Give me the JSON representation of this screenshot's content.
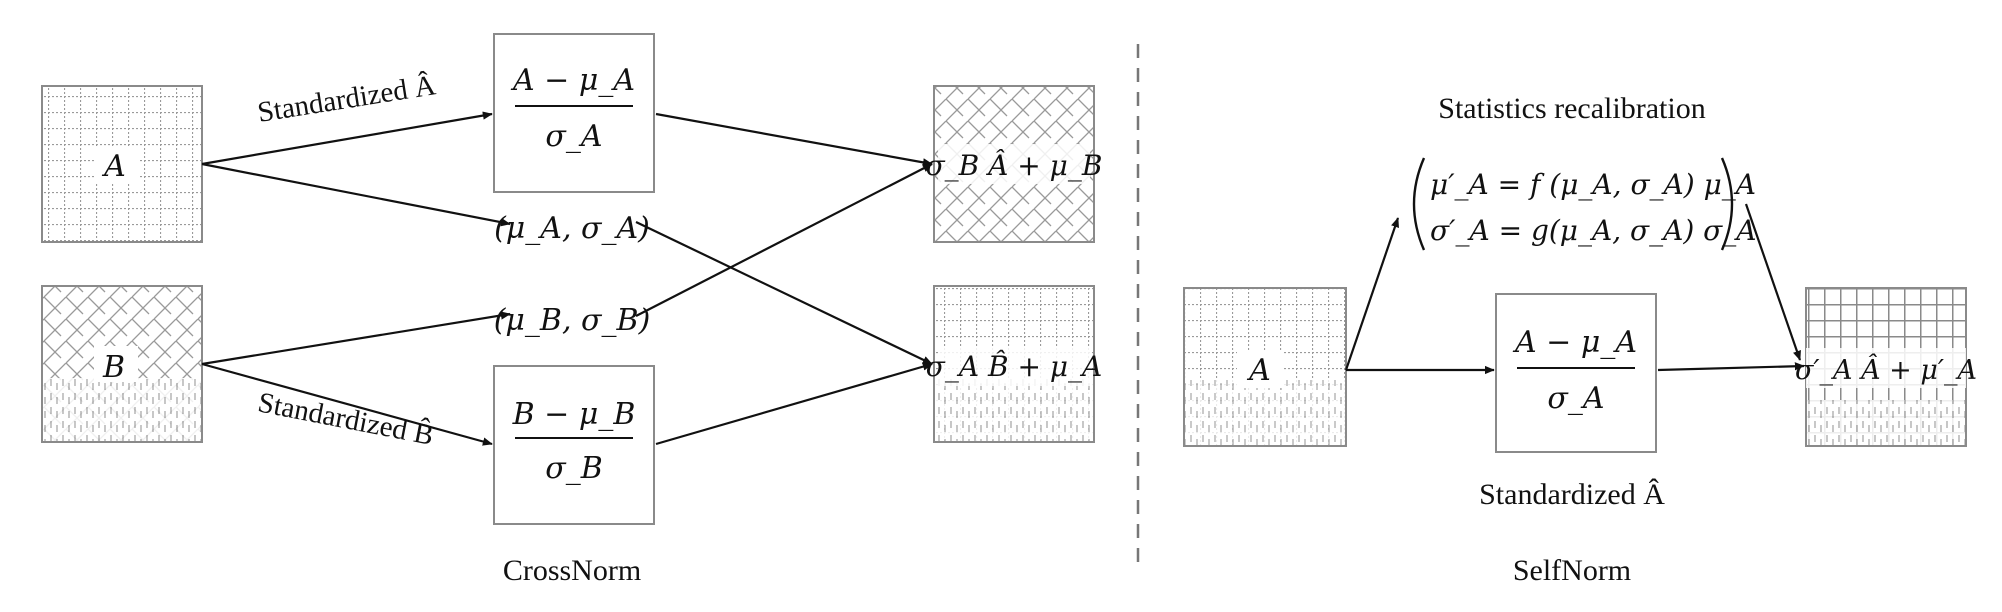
{
  "crossnorm": {
    "caption": "CrossNorm",
    "tile_a_label": "A",
    "tile_b_label": "B",
    "standardized_a_label": "Standardized Â",
    "standardized_b_label": "Standardized B̂",
    "box_a": {
      "numerator": "A − μ_A",
      "denominator": "σ_A"
    },
    "box_b": {
      "numerator": "B − μ_B",
      "denominator": "σ_B"
    },
    "stats_a": "(μ_A, σ_A)",
    "stats_b": "(μ_B, σ_B)",
    "output_top": "σ_B Â + μ_B",
    "output_bottom": "σ_A B̂ + μ_A"
  },
  "selfnorm": {
    "caption": "SelfNorm",
    "tile_a_label": "A",
    "recalibration_title": "Statistics recalibration",
    "recalibration_line1": "μ′_A = f (μ_A, σ_A) μ_A",
    "recalibration_line2": "σ′_A =  g(μ_A, σ_A) σ_A",
    "box": {
      "numerator": "A − μ_A",
      "denominator": "σ_A"
    },
    "standardized_label": "Standardized Â",
    "output": "σ′_A Â + μ′_A"
  }
}
